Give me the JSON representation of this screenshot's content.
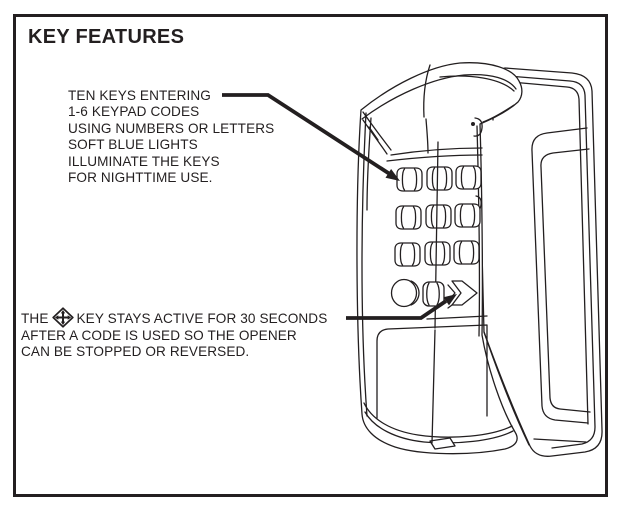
{
  "page": {
    "title": "KEY FEATURES"
  },
  "colors": {
    "ink": "#231f20",
    "background": "#ffffff"
  },
  "callout_keys": {
    "lines": [
      "TEN KEYS ENTERING",
      "1-6 KEYPAD CODES",
      "USING NUMBERS OR LETTERS",
      "SOFT BLUE LIGHTS",
      "ILLUMINATE THE KEYS",
      "FOR NIGHTTIME USE."
    ]
  },
  "callout_arrow_key": {
    "prefix": "THE",
    "icon": "four-way-arrow-diamond-key-icon",
    "suffix": "KEY STAYS ACTIVE FOR 30 SECONDS",
    "lines": [
      "AFTER A CODE IS USED SO THE OPENER",
      "CAN BE STOPPED OR REVERSED."
    ]
  },
  "illustration": {
    "name": "wireless-keypad-line-drawing"
  }
}
